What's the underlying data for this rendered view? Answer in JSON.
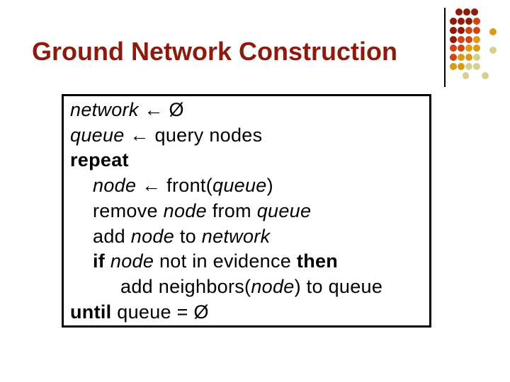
{
  "slide": {
    "title": "Ground Network Construction",
    "title_color": "#8C1B0E",
    "background_color": "#FFFFFF"
  },
  "decoration": {
    "separator_line_color": "#000000",
    "dot_colors": {
      "D": "#8B1D0B",
      "R": "#CF4515",
      "G": "#D99A16",
      "P": "#D5D092"
    },
    "dots": [
      {
        "c": 0.75,
        "r": 0,
        "k": "D"
      },
      {
        "c": 1.75,
        "r": 0,
        "k": "D"
      },
      {
        "c": 2.75,
        "r": 0,
        "k": "D"
      },
      {
        "c": 0,
        "r": 1,
        "k": "D"
      },
      {
        "c": 1,
        "r": 1,
        "k": "D"
      },
      {
        "c": 2,
        "r": 1,
        "k": "D"
      },
      {
        "c": 3,
        "r": 1,
        "k": "R"
      },
      {
        "c": 0,
        "r": 2,
        "k": "D"
      },
      {
        "c": 1,
        "r": 2,
        "k": "D"
      },
      {
        "c": 2,
        "r": 2,
        "k": "R"
      },
      {
        "c": 3,
        "r": 2,
        "k": "R"
      },
      {
        "c": 5.1,
        "r": 2.2,
        "k": "G"
      },
      {
        "c": 0,
        "r": 3,
        "k": "D"
      },
      {
        "c": 1,
        "r": 3,
        "k": "R"
      },
      {
        "c": 2,
        "r": 3,
        "k": "R"
      },
      {
        "c": 3,
        "r": 3,
        "k": "G"
      },
      {
        "c": 0,
        "r": 4,
        "k": "R"
      },
      {
        "c": 1,
        "r": 4,
        "k": "R"
      },
      {
        "c": 2,
        "r": 4,
        "k": "G"
      },
      {
        "c": 3,
        "r": 4,
        "k": "G"
      },
      {
        "c": 5.1,
        "r": 4.2,
        "k": "P"
      },
      {
        "c": 0,
        "r": 5,
        "k": "R"
      },
      {
        "c": 1,
        "r": 5,
        "k": "G"
      },
      {
        "c": 2,
        "r": 5,
        "k": "G"
      },
      {
        "c": 3,
        "r": 5,
        "k": "P"
      },
      {
        "c": 0,
        "r": 6,
        "k": "G"
      },
      {
        "c": 1,
        "r": 6,
        "k": "G"
      },
      {
        "c": 2,
        "r": 6,
        "k": "P"
      },
      {
        "c": 3,
        "r": 6,
        "k": "P"
      },
      {
        "c": 1.6,
        "r": 7,
        "k": "P"
      },
      {
        "c": 4.1,
        "r": 7,
        "k": "P"
      }
    ]
  },
  "algorithm": {
    "border_color": "#000000",
    "text_color": "#000000",
    "lines": [
      {
        "indent": 0,
        "segments": [
          {
            "t": "network",
            "s": "i"
          },
          {
            "t": " ← Ø",
            "s": "r"
          }
        ]
      },
      {
        "indent": 0,
        "segments": [
          {
            "t": "queue",
            "s": "i"
          },
          {
            "t": " ← query nodes",
            "s": "r"
          }
        ]
      },
      {
        "indent": 0,
        "segments": [
          {
            "t": "repeat",
            "s": "b"
          }
        ]
      },
      {
        "indent": 1,
        "segments": [
          {
            "t": "node",
            "s": "i"
          },
          {
            "t": " ← front(",
            "s": "r"
          },
          {
            "t": "queue",
            "s": "i"
          },
          {
            "t": ")",
            "s": "r"
          }
        ]
      },
      {
        "indent": 1,
        "segments": [
          {
            "t": "remove ",
            "s": "r"
          },
          {
            "t": "node",
            "s": "i"
          },
          {
            "t": " from ",
            "s": "r"
          },
          {
            "t": "queue",
            "s": "i"
          }
        ]
      },
      {
        "indent": 1,
        "segments": [
          {
            "t": "add ",
            "s": "r"
          },
          {
            "t": "node",
            "s": "i"
          },
          {
            "t": " to ",
            "s": "r"
          },
          {
            "t": "network",
            "s": "i"
          }
        ]
      },
      {
        "indent": 1,
        "segments": [
          {
            "t": "if ",
            "s": "b"
          },
          {
            "t": "node",
            "s": "i"
          },
          {
            "t": " not in evidence ",
            "s": "r"
          },
          {
            "t": "then",
            "s": "b"
          }
        ]
      },
      {
        "indent": 2,
        "segments": [
          {
            "t": "add neighbors(",
            "s": "r"
          },
          {
            "t": "node",
            "s": "i"
          },
          {
            "t": ") to queue",
            "s": "r"
          }
        ]
      },
      {
        "indent": 0,
        "segments": [
          {
            "t": "until",
            "s": "b"
          },
          {
            "t": " queue = Ø",
            "s": "r"
          }
        ]
      }
    ]
  }
}
